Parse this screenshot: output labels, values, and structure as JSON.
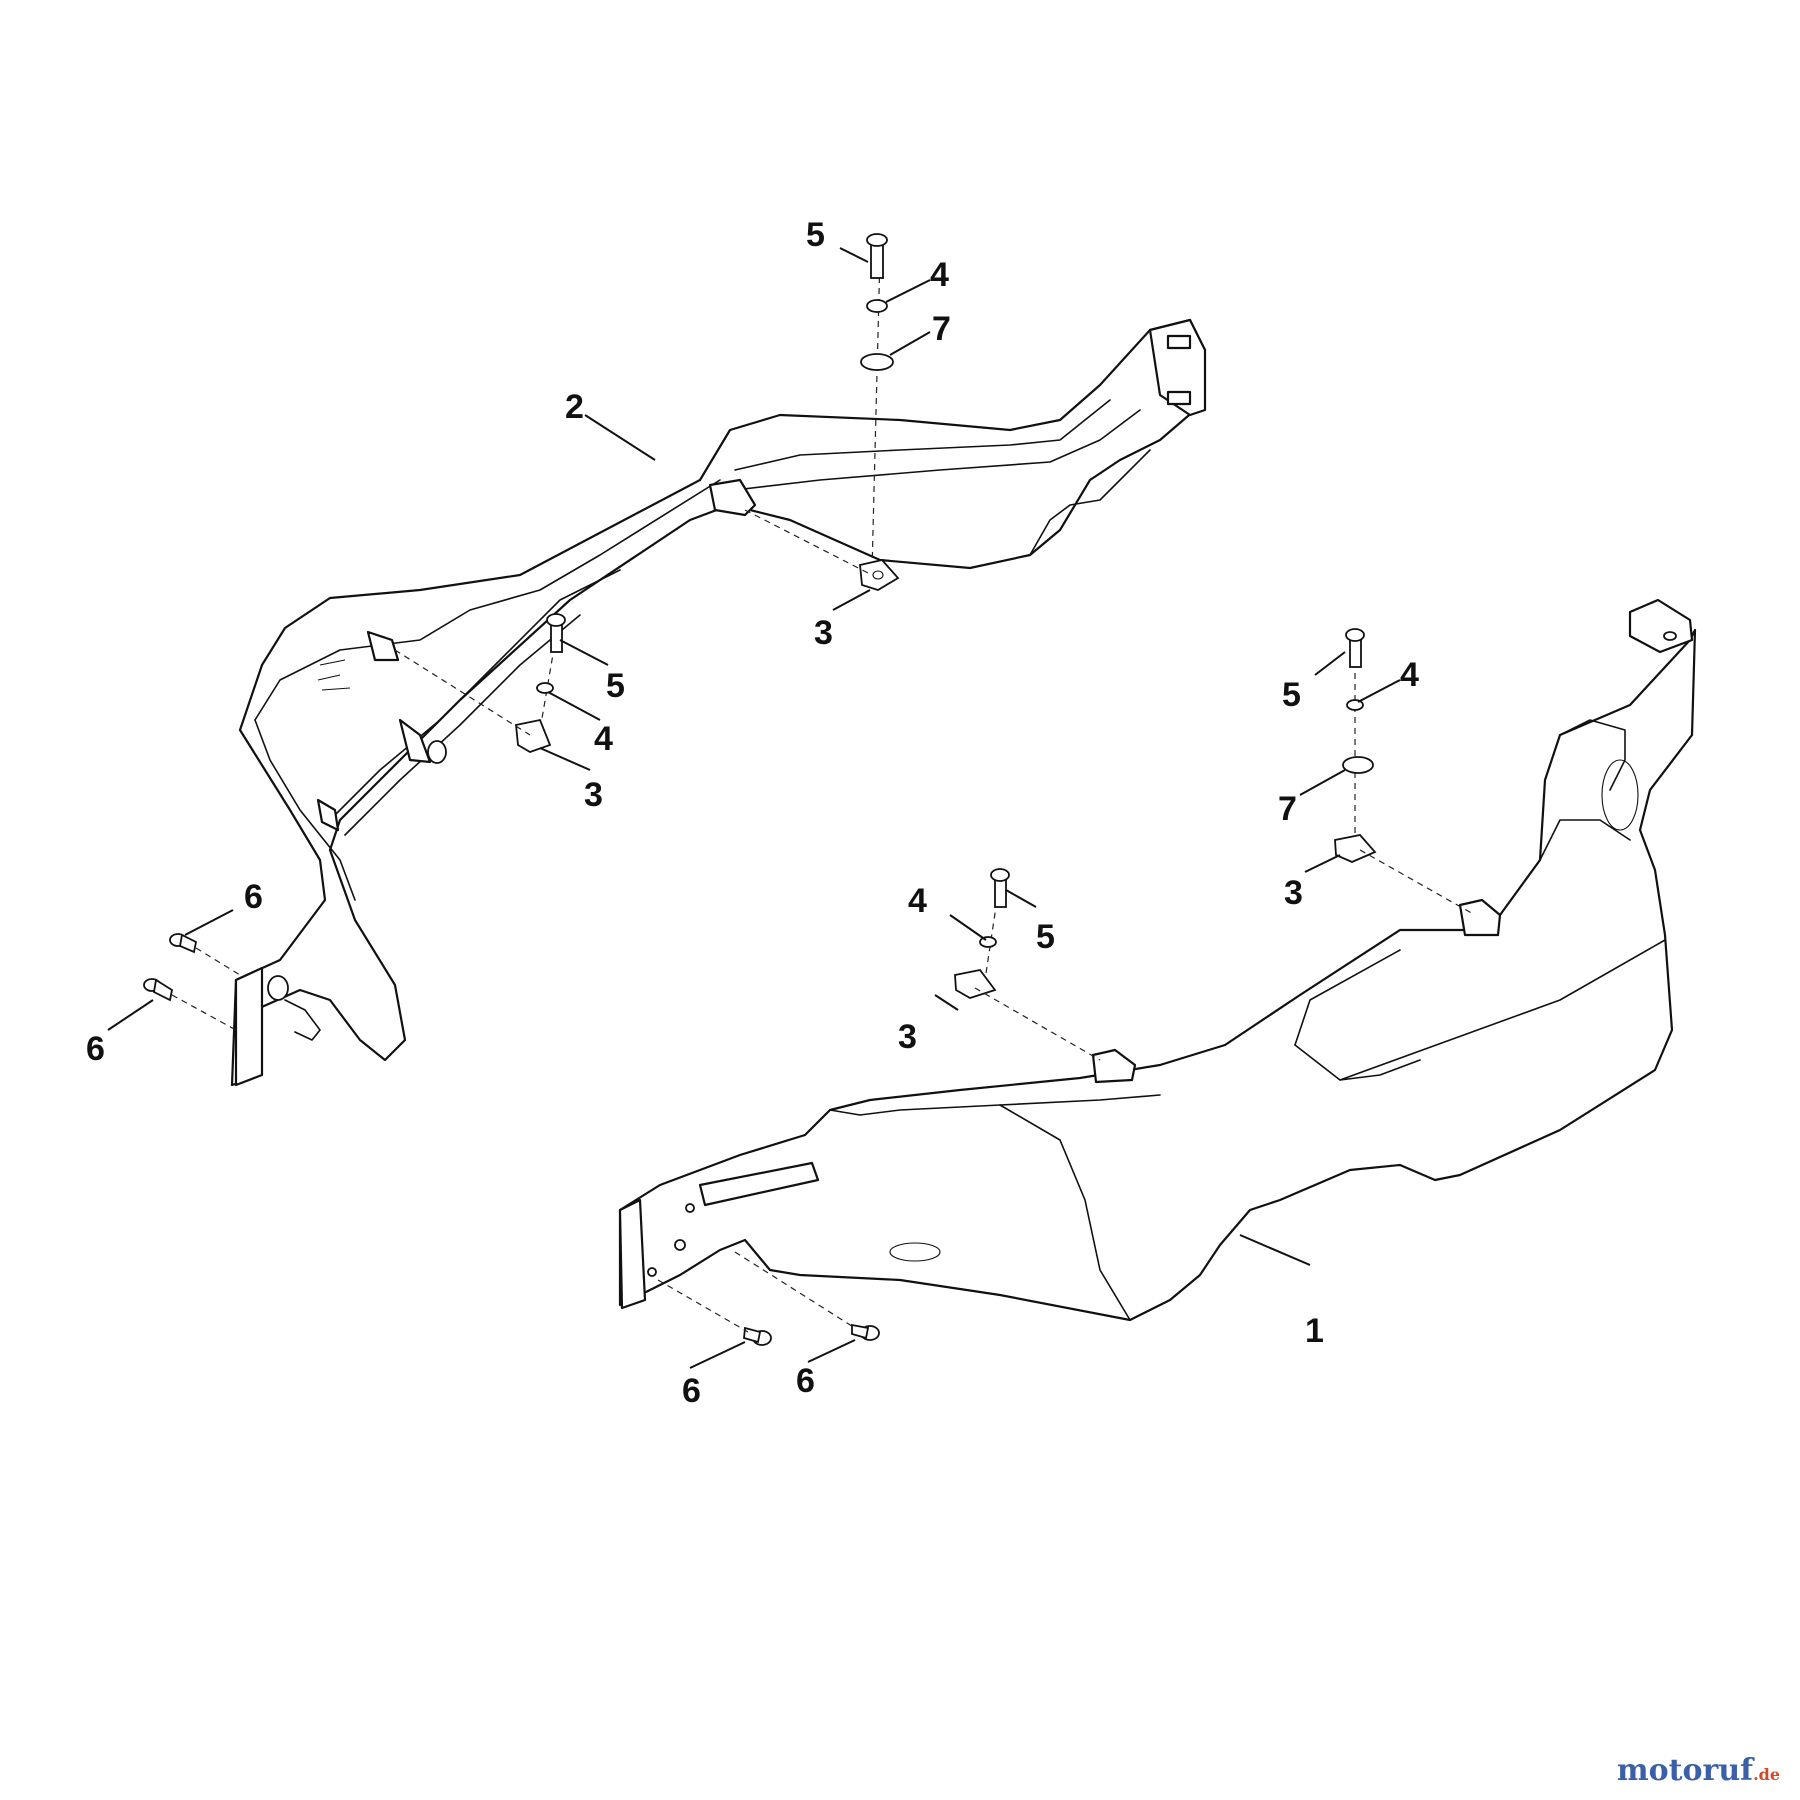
{
  "diagram": {
    "callouts": [
      {
        "id": "c1",
        "label": "1"
      },
      {
        "id": "c2",
        "label": "2"
      },
      {
        "id": "c3a",
        "label": "3"
      },
      {
        "id": "c3b",
        "label": "3"
      },
      {
        "id": "c3c",
        "label": "3"
      },
      {
        "id": "c3d",
        "label": "3"
      },
      {
        "id": "c4a",
        "label": "4"
      },
      {
        "id": "c4b",
        "label": "4"
      },
      {
        "id": "c4c",
        "label": "4"
      },
      {
        "id": "c4d",
        "label": "4"
      },
      {
        "id": "c5a",
        "label": "5"
      },
      {
        "id": "c5b",
        "label": "5"
      },
      {
        "id": "c5c",
        "label": "5"
      },
      {
        "id": "c5d",
        "label": "5"
      },
      {
        "id": "c6a",
        "label": "6"
      },
      {
        "id": "c6b",
        "label": "6"
      },
      {
        "id": "c6c",
        "label": "6"
      },
      {
        "id": "c6d",
        "label": "6"
      },
      {
        "id": "c7a",
        "label": "7"
      },
      {
        "id": "c7b",
        "label": "7"
      }
    ]
  },
  "watermark": {
    "main": "motoruf",
    "tld": ".de"
  },
  "colors": {
    "line": "#111111",
    "background": "#ffffff",
    "watermark_blue": "#3b5fa8",
    "watermark_red": "#d04a2a"
  }
}
